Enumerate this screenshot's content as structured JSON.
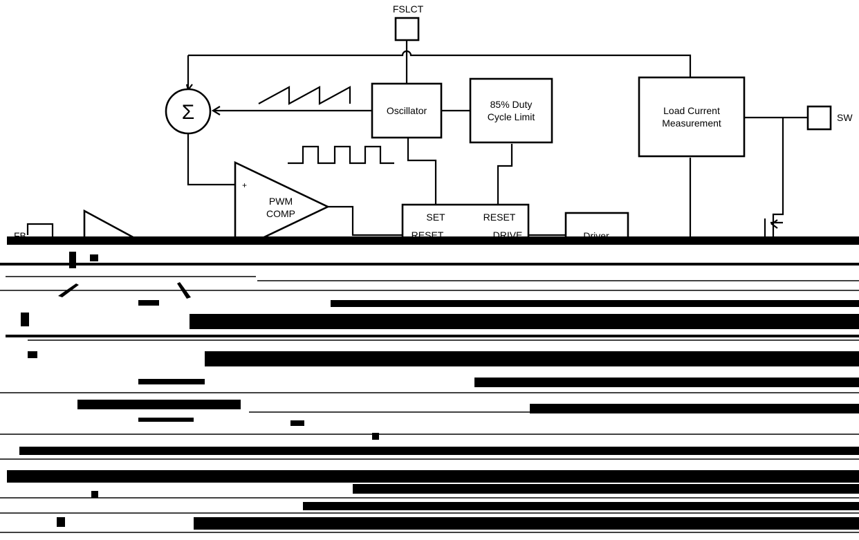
{
  "diagram": {
    "pins": {
      "fslct": "FSLCT",
      "sw": "SW",
      "fb": "FB"
    },
    "blocks": {
      "summer_symbol": "Σ",
      "oscillator": "Oscillator",
      "duty_limit_line1": "85% Duty",
      "duty_limit_line2": "Cycle Limit",
      "load_current_line1": "Load Current",
      "load_current_line2": "Measurement",
      "pwm_line1": "PWM",
      "pwm_line2": "COMP",
      "pwm_plus": "+",
      "latch_set": "SET",
      "latch_reset": "RESET",
      "latch_reset_lower": "RESET",
      "latch_drive": "DRIVE",
      "driver": "Driver"
    }
  }
}
